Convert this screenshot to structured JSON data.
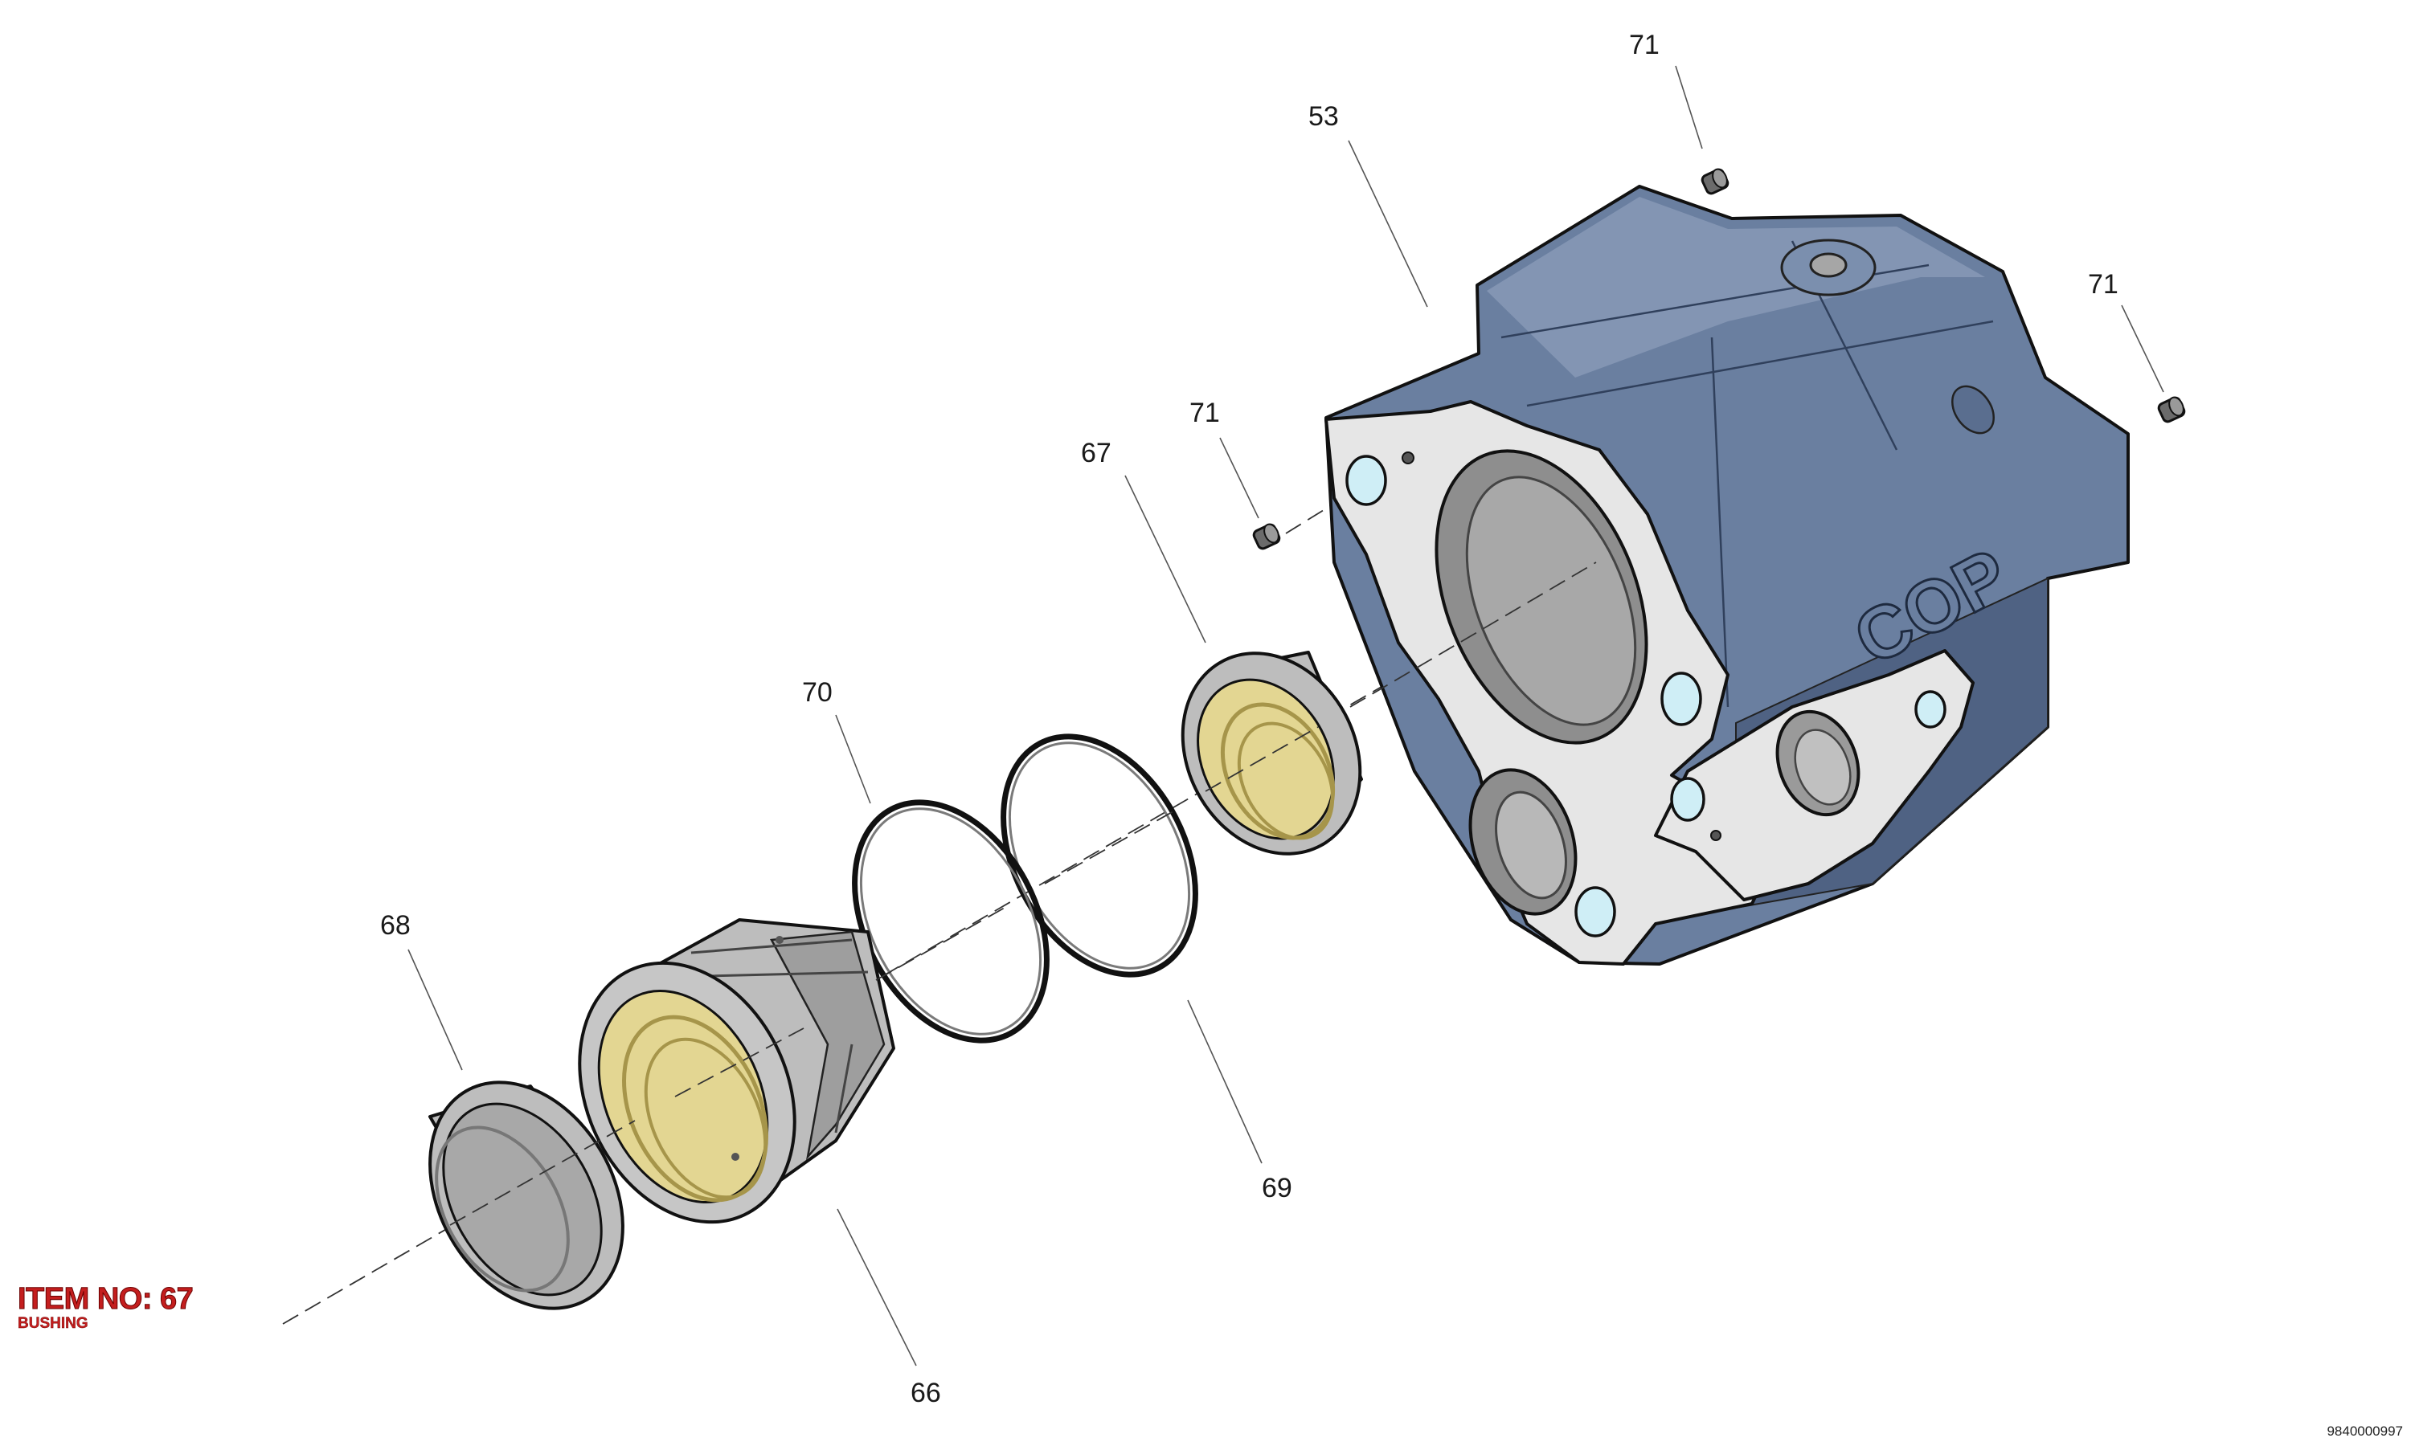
{
  "labels": {
    "p53": "53",
    "p71a": "71",
    "p71b": "71",
    "p71c": "71",
    "p67": "67",
    "p70": "70",
    "p68": "68",
    "p69": "69",
    "p66": "66"
  },
  "item": {
    "title": "ITEM NO: 67",
    "subtitle": "BUSHING"
  },
  "drawing_number": "9840000997",
  "brand_mark": "COP",
  "colors": {
    "housing": "#6a7fa0",
    "housing_dark": "#4f6283",
    "face": "#e6e6e6",
    "steel": "#bdbdbd",
    "steel_dark": "#8e8e8e",
    "bronze": "#e3d692",
    "hole_fill": "#cfeef6",
    "caption_red": "#c41e1e"
  }
}
